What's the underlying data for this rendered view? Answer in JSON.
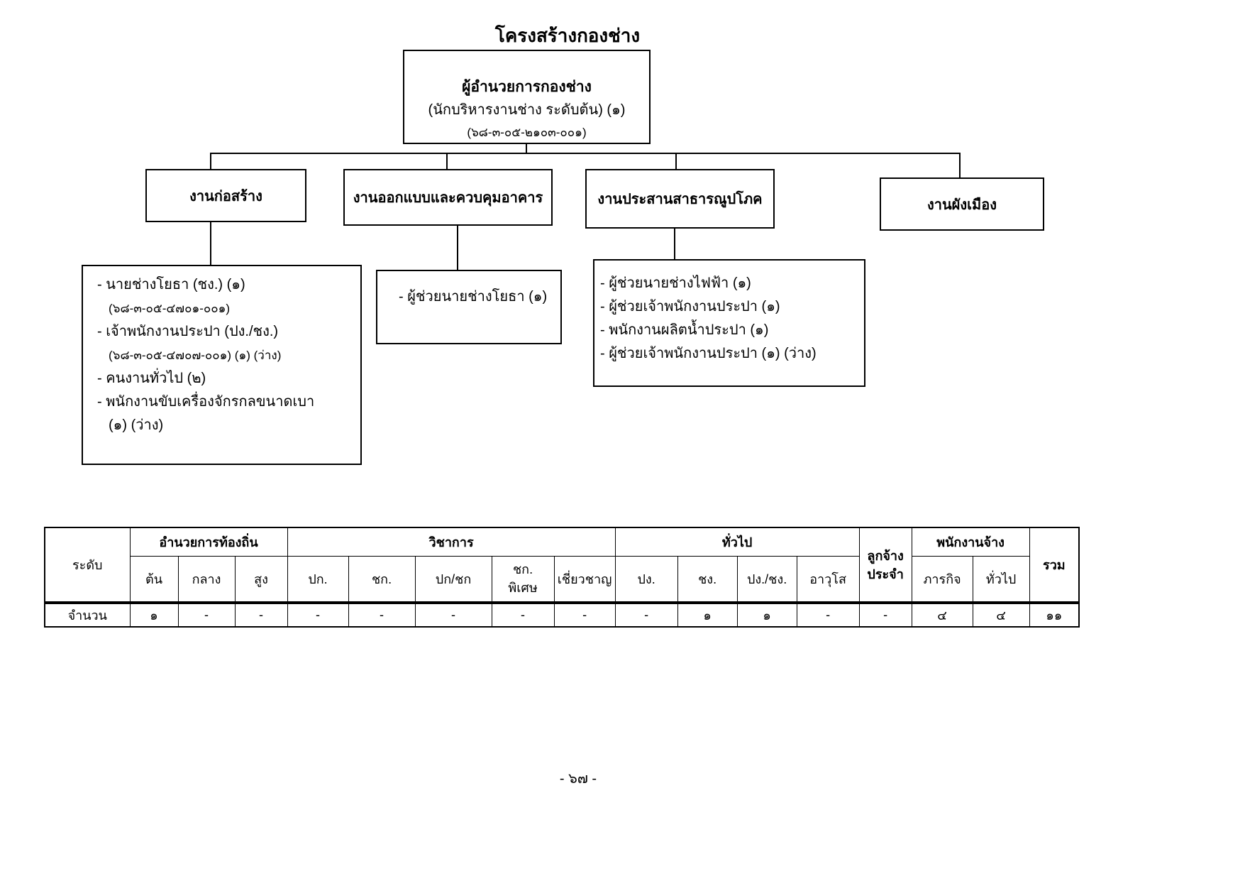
{
  "page": {
    "title": "โครงสร้างกองช่าง",
    "page_number": "- ๖๗ -"
  },
  "director": {
    "title": "ผู้อำนวยการกองช่าง",
    "position": "(นักบริหารงานช่าง ระดับต้น) (๑)",
    "code": "(๖๘-๓-๐๕-๒๑๐๓-๐๐๑)"
  },
  "sections": {
    "construction": "งานก่อสร้าง",
    "design": "งานออกแบบและควบคุมอาคาร",
    "utilities": "งานประสานสาธารณูปโภค",
    "cityplan": "งานผังเมือง"
  },
  "details": {
    "construction": {
      "lines": [
        "- นายช่างโยธา (ชง.) (๑)",
        "(๖๘-๓-๐๕-๔๗๐๑-๐๐๑)",
        "- เจ้าพนักงานประปา (ปง./ชง.)",
        "(๖๘-๓-๐๕-๔๗๐๗-๐๐๑) (๑) (ว่าง)",
        "- คนงานทั่วไป (๒)",
        "- พนักงานขับเครื่องจักรกลขนาดเบา",
        "(๑) (ว่าง)"
      ]
    },
    "design": {
      "lines": [
        "- ผู้ช่วยนายช่างโยธา (๑)"
      ]
    },
    "utilities": {
      "lines": [
        "- ผู้ช่วยนายช่างไฟฟ้า (๑)",
        "- ผู้ช่วยเจ้าพนักงานประปา (๑)",
        "- พนักงานผลิตน้ำประปา (๑)",
        "- ผู้ช่วยเจ้าพนักงานประปา (๑) (ว่าง)"
      ]
    }
  },
  "table": {
    "level_header": "ระดับ",
    "groups": [
      "อำนวยการท้องถิ่น",
      "วิชาการ",
      "ทั่วไป",
      "ลูกจ้าง\nประจำ",
      "พนักงานจ้าง",
      "รวม"
    ],
    "sub_headers": [
      "ต้น",
      "กลาง",
      "สูง",
      "ปก.",
      "ชก.",
      "ปก/ชก",
      "ชก.\nพิเศษ",
      "เชี่ยวชาญ",
      "ปง.",
      "ชง.",
      "ปง./ชง.",
      "อาวุโส",
      "ภารกิจ",
      "ทั่วไป"
    ],
    "row": {
      "label": "จำนวน",
      "values": [
        "๑",
        "-",
        "-",
        "-",
        "-",
        "-",
        "-",
        "-",
        "-",
        "๑",
        "๑",
        "-",
        "-",
        "๔",
        "๔",
        "๑๑"
      ]
    }
  }
}
